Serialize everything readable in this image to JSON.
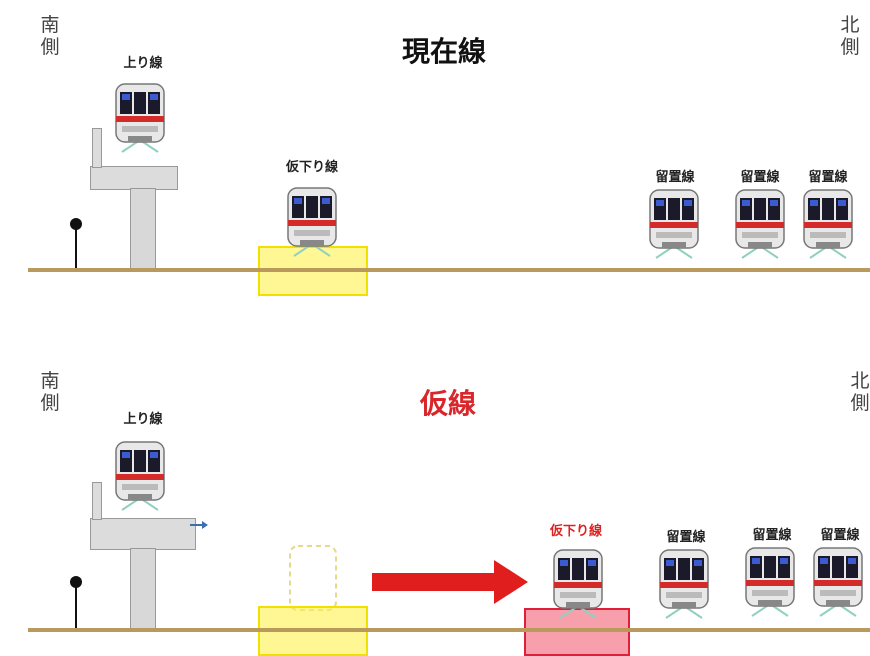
{
  "top": {
    "title": "現在線",
    "south": "南側",
    "north": "北側",
    "labels": {
      "up_line": "上り線",
      "temp_down": "仮下り線",
      "siding1": "留置線",
      "siding2": "留置線",
      "siding3": "留置線"
    }
  },
  "bottom": {
    "title": "仮線",
    "south": "南側",
    "north": "北側",
    "labels": {
      "up_line": "上り線",
      "temp_down": "仮下り線",
      "siding1": "留置線",
      "siding2": "留置線",
      "siding3": "留置線"
    }
  },
  "colors": {
    "title_current": "#111111",
    "title_temporary": "#d8262a",
    "highlight_yellow": "#f2e000",
    "highlight_red": "#e0203a",
    "arrow": "#e01e1e",
    "ground": "#b99a5c"
  }
}
